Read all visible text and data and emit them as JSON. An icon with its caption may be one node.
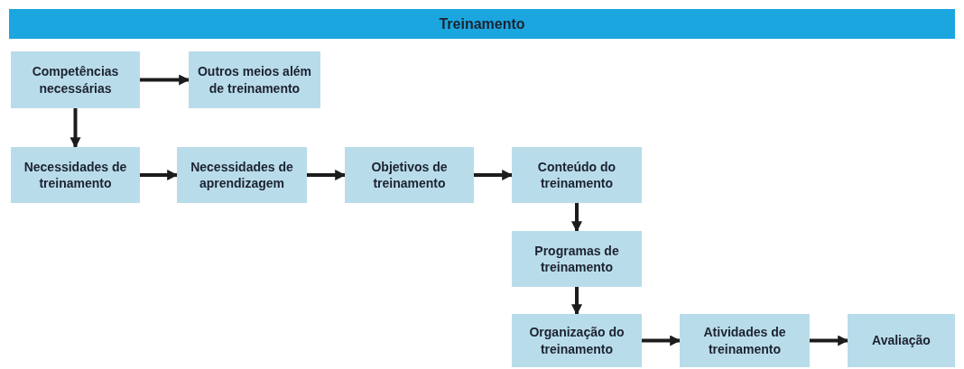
{
  "diagram": {
    "title": "Treinamento",
    "nodes": [
      {
        "text": [
          "Competências necessárias"
        ]
      },
      {
        "text": [
          "Outros meios além de treinamento"
        ]
      },
      {
        "text": [
          "Necessidades de treinamento"
        ]
      },
      {
        "text": [
          "Necessidades de aprendizagem"
        ]
      },
      {
        "text": [
          "Objetivos de treinamento"
        ]
      },
      {
        "text": [
          "Conteúdo do treinamento"
        ]
      },
      {
        "text": [
          "Programas de treinamento"
        ]
      },
      {
        "text": [
          "Organização do treinamento"
        ]
      },
      {
        "text": [
          "Atividades de treinamento"
        ]
      },
      {
        "text": [
          "Avaliação"
        ]
      }
    ],
    "edges": [
      {
        "from": 0,
        "to": 1,
        "arrow": "to"
      },
      {
        "from": 0,
        "to": 2,
        "arrow": "to"
      },
      {
        "from": 2,
        "to": 3,
        "arrow": "to"
      },
      {
        "from": 3,
        "to": 4,
        "arrow": "to"
      },
      {
        "from": 4,
        "to": 5,
        "arrow": "to"
      },
      {
        "from": 5,
        "to": 6,
        "arrow": "to"
      },
      {
        "from": 6,
        "to": 7,
        "arrow": "to"
      },
      {
        "from": 7,
        "to": 8,
        "arrow": "to"
      },
      {
        "from": 8,
        "to": 9,
        "arrow": "to"
      }
    ]
  }
}
